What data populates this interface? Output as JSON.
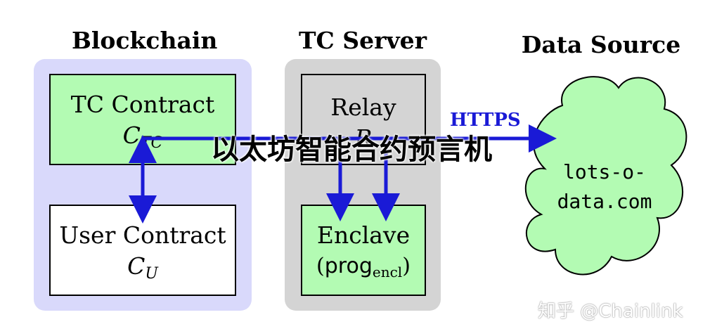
{
  "headings": {
    "blockchain": "Blockchain",
    "tc_server": "TC Server",
    "data_source": "Data Source"
  },
  "tc_contract": {
    "label": "TC Contract",
    "symbol": "C",
    "subscript": "TC"
  },
  "user_contract": {
    "label": "User Contract",
    "symbol": "C",
    "subscript": "U"
  },
  "relay": {
    "label": "Relay",
    "symbol": "R"
  },
  "enclave": {
    "label": "Enclave",
    "prog": "prog",
    "prog_sub": "encl"
  },
  "https_label": "HTTPS",
  "data_source_cloud": {
    "line1": "lots-o-",
    "line2": "data.com"
  },
  "overlay_title": "以太坊智能合约预言机",
  "watermark": "知乎 @Chainlink",
  "colors": {
    "blockchain_panel": "#d9d9fb",
    "server_panel": "#d4d4d4",
    "green_box": "#b3fbb3",
    "arrow": "#1a1ad6",
    "cloud": "#b3fbb3"
  }
}
